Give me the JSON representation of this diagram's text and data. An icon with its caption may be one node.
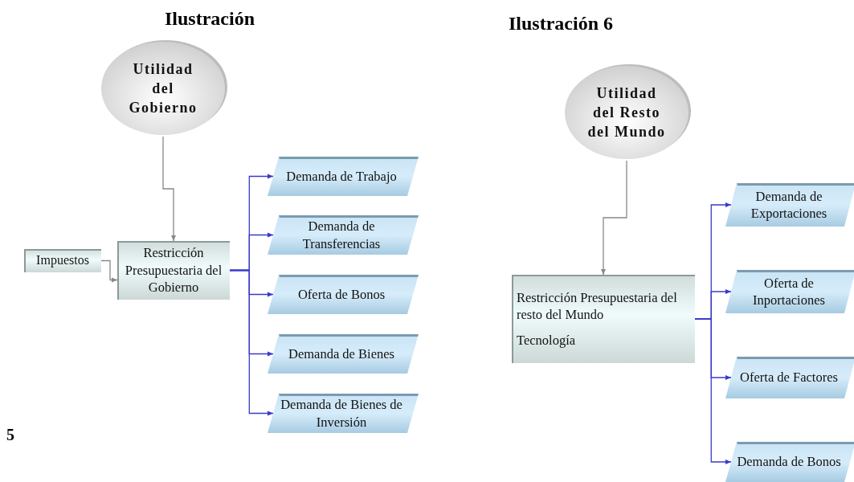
{
  "diagram": {
    "nodes": [
      {
        "text": [
          "Utilidad del Gobierno"
        ]
      },
      {
        "text": [
          "Impuestos"
        ]
      },
      {
        "text": [
          "Restricción Presupuestaria del Gobierno"
        ]
      },
      {
        "text": [
          "Demanda de Trabajo"
        ]
      },
      {
        "text": [
          "Demanda de Transferencias"
        ]
      },
      {
        "text": [
          "Oferta de Bonos"
        ]
      },
      {
        "text": [
          "Demanda de Bienes"
        ]
      },
      {
        "text": [
          "Demanda de Bienes de Inversión"
        ]
      },
      {
        "text": [
          "Utilidad del Resto del Mundo"
        ]
      },
      {
        "text": [
          "Restricción Presupuestaria del resto del Mundo",
          "Tecnología"
        ]
      },
      {
        "text": [
          "Demanda de Exportaciones"
        ]
      },
      {
        "text": [
          "Oferta de Inportaciones"
        ]
      },
      {
        "text": [
          "Oferta de Factores"
        ]
      },
      {
        "text": [
          "Demanda de Bonos"
        ]
      }
    ],
    "edges": [
      {
        "from": 0,
        "to": 2,
        "arrow": "to",
        "color": "#888888"
      },
      {
        "from": 1,
        "to": 2,
        "arrow": "to",
        "color": "#888888"
      },
      {
        "from": 2,
        "to": 3,
        "arrow": "to"
      },
      {
        "from": 2,
        "to": 4,
        "arrow": "to"
      },
      {
        "from": 2,
        "to": 5,
        "arrow": "to"
      },
      {
        "from": 2,
        "to": 6,
        "arrow": "to"
      },
      {
        "from": 2,
        "to": 7,
        "arrow": "to"
      },
      {
        "from": 8,
        "to": 9,
        "arrow": "to",
        "color": "#888888"
      },
      {
        "from": 9,
        "to": 10,
        "arrow": "to"
      },
      {
        "from": 9,
        "to": 11,
        "arrow": "to"
      },
      {
        "from": 9,
        "to": 12,
        "arrow": "to"
      },
      {
        "from": 9,
        "to": 13,
        "arrow": "to"
      }
    ],
    "labels": [
      "Ilustración",
      "Ilustración 6",
      "5"
    ]
  }
}
